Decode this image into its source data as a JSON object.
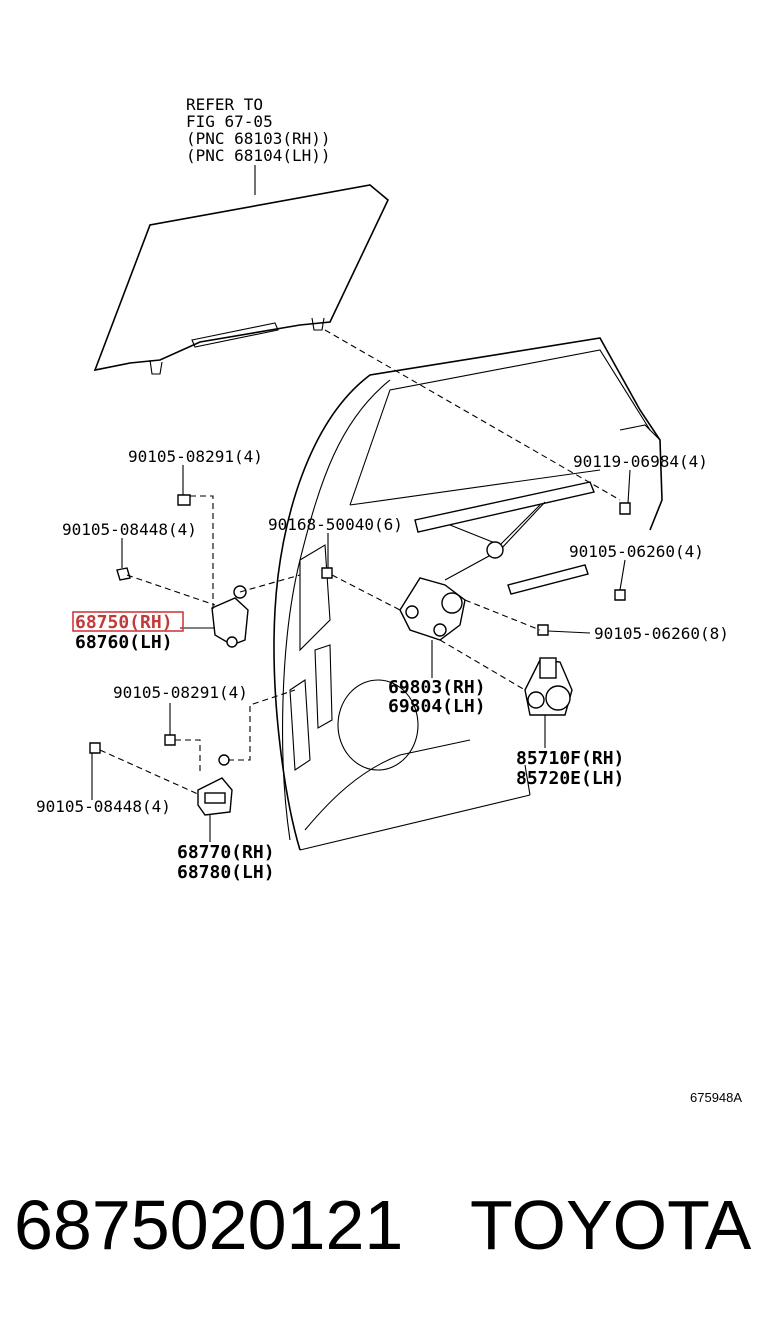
{
  "refer": {
    "line1": "REFER TO",
    "line2": "FIG 67-05",
    "line3": "(PNC 68103(RH))",
    "line4": "(PNC 68104(LH))"
  },
  "callouts": {
    "c_90105_08291_top": "90105-08291(4)",
    "c_90105_08448_top": "90105-08448(4)",
    "c_68750": "68750(RH)",
    "c_68760": "68760(LH)",
    "c_90168_50040": "90168-50040(6)",
    "c_90119_06984": "90119-06984(4)",
    "c_90105_06260_4": "90105-06260(4)",
    "c_90105_06260_8": "90105-06260(8)",
    "c_69803": "69803(RH)",
    "c_69804": "69804(LH)",
    "c_90105_08291_bot": "90105-08291(4)",
    "c_90105_08448_bot": "90105-08448(4)",
    "c_85710f": "85710F(RH)",
    "c_85720e": "85720E(LH)",
    "c_68770": "68770(RH)",
    "c_68780": "68780(LH)"
  },
  "figure_code": "675948A",
  "part_number": "6875020121",
  "brand": "TOYOTA",
  "highlight_color": "#d23c3c"
}
